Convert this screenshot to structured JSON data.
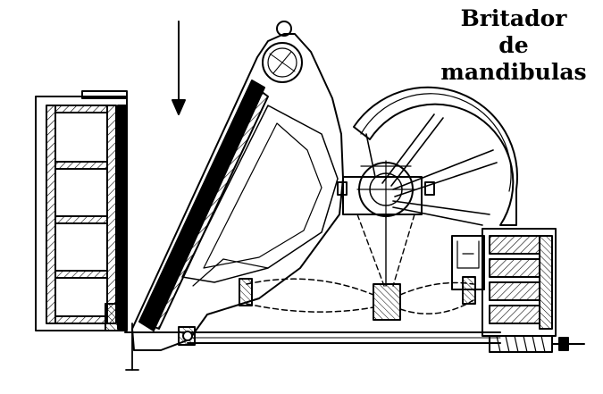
{
  "diagram": {
    "title_lines": [
      "Britador",
      "de",
      "mandibulas"
    ],
    "ink_color": "#000000",
    "background_color": "#ffffff"
  }
}
